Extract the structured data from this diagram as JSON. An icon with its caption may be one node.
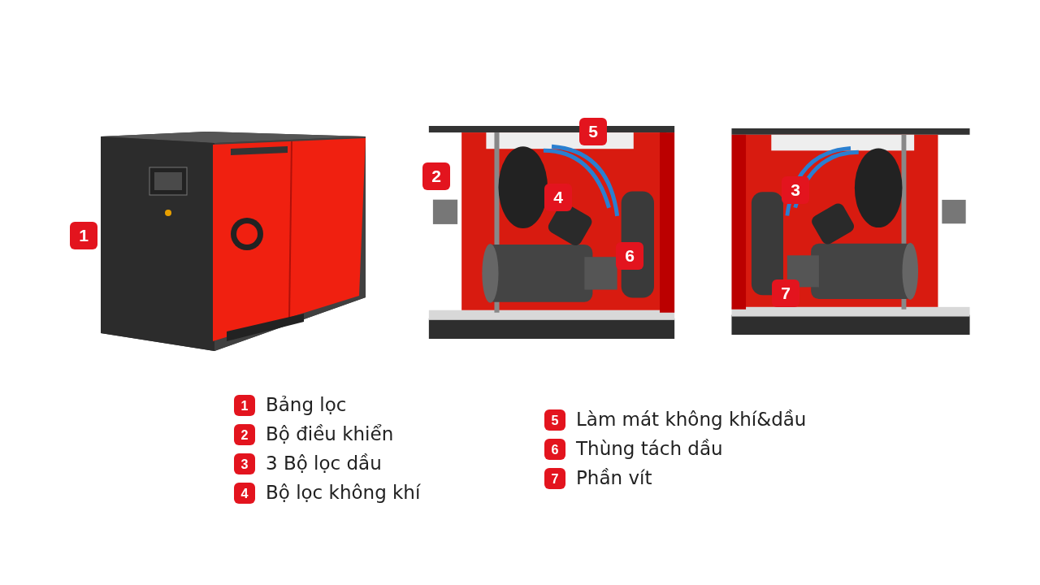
{
  "diagram": {
    "labels": [
      "1",
      "5",
      "2",
      "4",
      "6",
      "3",
      "7",
      "1",
      "Bảng lọc",
      "2",
      "Bộ điều khiển",
      "3",
      "3 Bộ lọc dầu",
      "4",
      "Bộ lọc không khí",
      "5",
      "Làm mát không khí&dầu",
      "6",
      "Thùng tách dầu",
      "7",
      "Phần vít"
    ]
  }
}
